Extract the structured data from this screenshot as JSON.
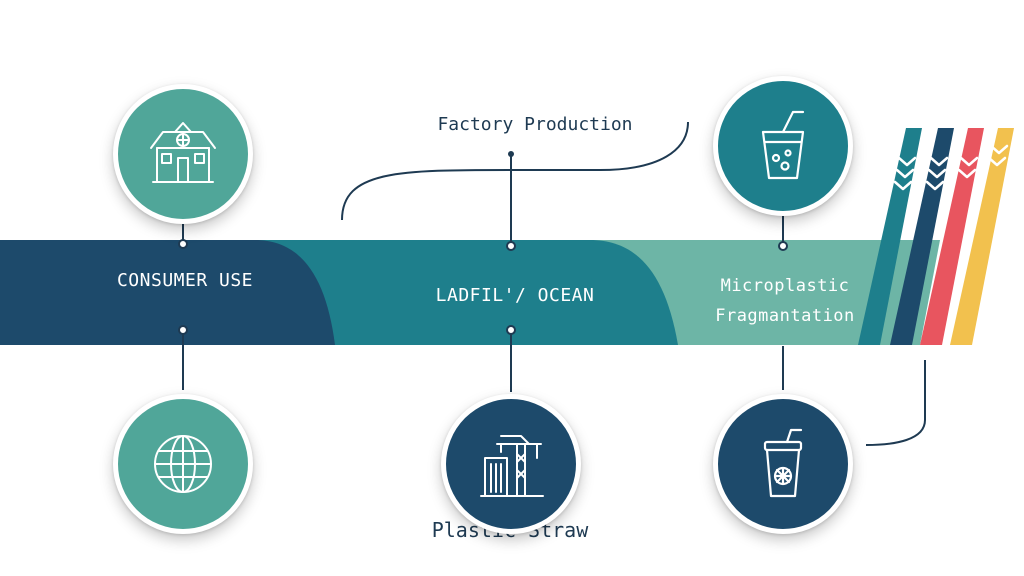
{
  "colors": {
    "navy": "#1d4a6b",
    "teal": "#1e7f8c",
    "seafoam": "#6db5a6",
    "teal_circle": "#50a699",
    "red": "#e8555f",
    "yellow": "#f2c14e",
    "line": "#1e3a52"
  },
  "band": {
    "stage1": "CONSUMER USE",
    "stage2": "LADFIL'/ OCEAN",
    "stage3_line1": "Microplastic",
    "stage3_line2": "Fragmantation"
  },
  "captions": {
    "top": "Factory Production",
    "bottom": "Plastic Straw"
  },
  "icons": {
    "top_left": "house-icon",
    "top_right": "cup-with-straw-icon",
    "bottom_left": "globe-icon",
    "bottom_middle": "factory-crane-icon",
    "bottom_right": "disposable-cup-icon"
  }
}
